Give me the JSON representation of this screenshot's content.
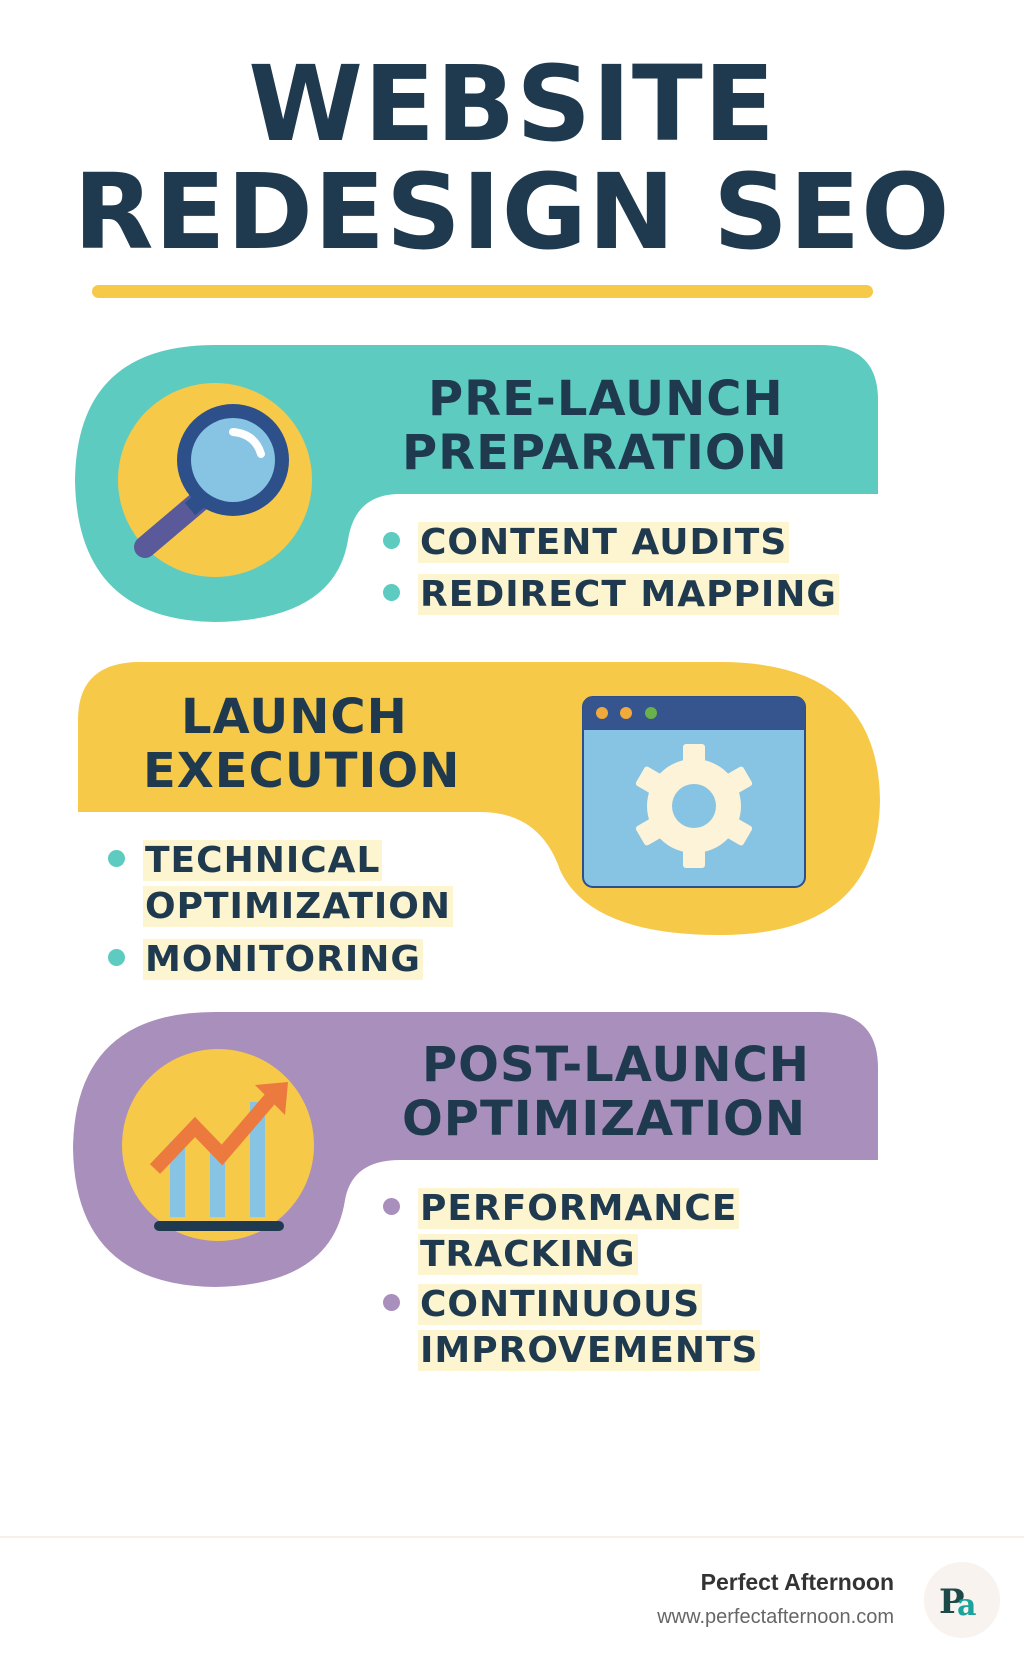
{
  "title": {
    "line1": "WEBSITE",
    "line2": "REDESIGN SEO"
  },
  "colors": {
    "navy": "#1f3a4e",
    "accent_yellow": "#f7c948",
    "teal": "#5ecbc0",
    "purple": "#a98fbc",
    "highlight": "#fdf5d0"
  },
  "sections": [
    {
      "heading_line1": "PRE-LAUNCH",
      "heading_line2": "PREPARATION",
      "icon": "magnifying-glass-icon",
      "items": [
        "CONTENT AUDITS",
        "REDIRECT MAPPING"
      ]
    },
    {
      "heading_line1": "LAUNCH",
      "heading_line2": "EXECUTION",
      "icon": "browser-gear-icon",
      "items": [
        "TECHNICAL OPTIMIZATION",
        "MONITORING"
      ],
      "items_lines": [
        [
          "TECHNICAL",
          "OPTIMIZATION"
        ],
        [
          "MONITORING"
        ]
      ]
    },
    {
      "heading_line1": "POST-LAUNCH",
      "heading_line2": "OPTIMIZATION",
      "icon": "growth-chart-icon",
      "items": [
        "PERFORMANCE TRACKING",
        "CONTINUOUS IMPROVEMENTS"
      ],
      "items_lines": [
        [
          "PERFORMANCE",
          "TRACKING"
        ],
        [
          "CONTINUOUS",
          "IMPROVEMENTS"
        ]
      ]
    }
  ],
  "footer": {
    "brand_name": "Perfect Afternoon",
    "url": "www.perfectafternoon.com",
    "logo_text": "Pa"
  }
}
